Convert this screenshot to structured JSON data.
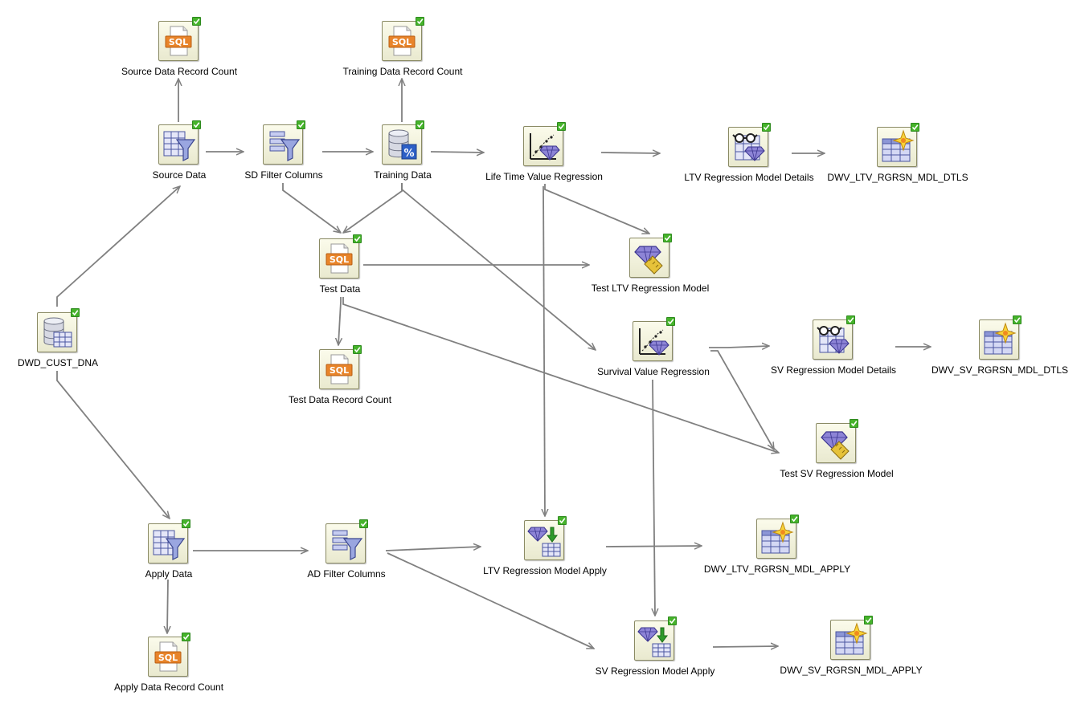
{
  "workflow": {
    "nodes": [
      {
        "id": "dwd_cust_dna",
        "label": "DWD_CUST_DNA",
        "icon": "database-table-icon",
        "status": "success-check-icon"
      },
      {
        "id": "source_data",
        "label": "Source Data",
        "icon": "filter-table-icon",
        "status": "success-check-icon"
      },
      {
        "id": "source_data_record_count",
        "label": "Source Data Record Count",
        "icon": "sql-query-icon",
        "status": "success-check-icon"
      },
      {
        "id": "sd_filter_columns",
        "label": "SD Filter Columns",
        "icon": "filter-columns-icon",
        "status": "success-check-icon"
      },
      {
        "id": "training_data",
        "label": "Training Data",
        "icon": "sample-split-icon",
        "status": "success-check-icon"
      },
      {
        "id": "training_data_record_count",
        "label": "Training Data Record Count",
        "icon": "sql-query-icon",
        "status": "success-check-icon"
      },
      {
        "id": "test_data",
        "label": "Test Data",
        "icon": "sql-query-icon",
        "status": "success-check-icon"
      },
      {
        "id": "test_data_record_count",
        "label": "Test Data Record Count",
        "icon": "sql-query-icon",
        "status": "success-check-icon"
      },
      {
        "id": "ltv_regression",
        "label": "Life Time Value Regression",
        "icon": "regression-build-icon",
        "status": "success-check-icon"
      },
      {
        "id": "ltv_model_details",
        "label": "LTV Regression Model Details",
        "icon": "model-details-icon",
        "status": "success-check-icon"
      },
      {
        "id": "dwv_ltv_rgrsn_mdl_dtls",
        "label": "DWV_LTV_RGRSN_MDL_DTLS",
        "icon": "output-table-icon",
        "status": "success-check-icon"
      },
      {
        "id": "test_ltv_model",
        "label": "Test LTV Regression Model",
        "icon": "model-test-icon",
        "status": "success-check-icon"
      },
      {
        "id": "sv_regression",
        "label": "Survival Value Regression",
        "icon": "regression-build-icon",
        "status": "success-check-icon"
      },
      {
        "id": "sv_model_details",
        "label": "SV Regression Model Details",
        "icon": "model-details-icon",
        "status": "success-check-icon"
      },
      {
        "id": "dwv_sv_rgrsn_mdl_dtls",
        "label": "DWV_SV_RGRSN_MDL_DTLS",
        "icon": "output-table-icon",
        "status": "success-check-icon"
      },
      {
        "id": "test_sv_model",
        "label": "Test SV Regression Model",
        "icon": "model-test-icon",
        "status": "success-check-icon"
      },
      {
        "id": "apply_data",
        "label": "Apply Data",
        "icon": "filter-table-icon",
        "status": "success-check-icon"
      },
      {
        "id": "apply_data_record_count",
        "label": "Apply Data Record Count",
        "icon": "sql-query-icon",
        "status": "success-check-icon"
      },
      {
        "id": "ad_filter_columns",
        "label": "AD Filter Columns",
        "icon": "filter-columns-icon",
        "status": "success-check-icon"
      },
      {
        "id": "ltv_model_apply",
        "label": "LTV Regression Model Apply",
        "icon": "model-apply-icon",
        "status": "success-check-icon"
      },
      {
        "id": "dwv_ltv_rgrsn_mdl_apply",
        "label": "DWV_LTV_RGRSN_MDL_APPLY",
        "icon": "output-table-icon",
        "status": "success-check-icon"
      },
      {
        "id": "sv_model_apply",
        "label": "SV Regression Model Apply",
        "icon": "model-apply-icon",
        "status": "success-check-icon"
      },
      {
        "id": "dwv_sv_rgrsn_mdl_apply",
        "label": "DWV_SV_RGRSN_MDL_APPLY",
        "icon": "output-table-icon",
        "status": "success-check-icon"
      }
    ],
    "edges": [
      [
        "dwd_cust_dna",
        "source_data"
      ],
      [
        "dwd_cust_dna",
        "apply_data"
      ],
      [
        "source_data",
        "source_data_record_count"
      ],
      [
        "source_data",
        "sd_filter_columns"
      ],
      [
        "sd_filter_columns",
        "training_data"
      ],
      [
        "sd_filter_columns",
        "test_data"
      ],
      [
        "training_data",
        "training_data_record_count"
      ],
      [
        "training_data",
        "test_data"
      ],
      [
        "training_data",
        "ltv_regression"
      ],
      [
        "training_data",
        "sv_regression"
      ],
      [
        "ltv_regression",
        "ltv_model_details"
      ],
      [
        "ltv_model_details",
        "dwv_ltv_rgrsn_mdl_dtls"
      ],
      [
        "ltv_regression",
        "test_ltv_model"
      ],
      [
        "ltv_regression",
        "ltv_model_apply"
      ],
      [
        "test_data",
        "test_ltv_model"
      ],
      [
        "test_data",
        "test_data_record_count"
      ],
      [
        "test_data",
        "test_sv_model"
      ],
      [
        "sv_regression",
        "sv_model_details"
      ],
      [
        "sv_model_details",
        "dwv_sv_rgrsn_mdl_dtls"
      ],
      [
        "sv_regression",
        "test_sv_model"
      ],
      [
        "sv_regression",
        "sv_model_apply"
      ],
      [
        "apply_data",
        "ad_filter_columns"
      ],
      [
        "apply_data",
        "apply_data_record_count"
      ],
      [
        "ad_filter_columns",
        "ltv_model_apply"
      ],
      [
        "ad_filter_columns",
        "sv_model_apply"
      ],
      [
        "ltv_model_apply",
        "dwv_ltv_rgrsn_mdl_apply"
      ],
      [
        "sv_model_apply",
        "dwv_sv_rgrsn_mdl_apply"
      ]
    ],
    "colors": {
      "edge": "#808080",
      "node_fill": "#f4f4de",
      "node_border": "#8a8a64",
      "status_success": "#46b32b",
      "sql_orange": "#e8842a",
      "diamond": "#7a6fc4",
      "table_blue": "#5b6bbf"
    }
  }
}
